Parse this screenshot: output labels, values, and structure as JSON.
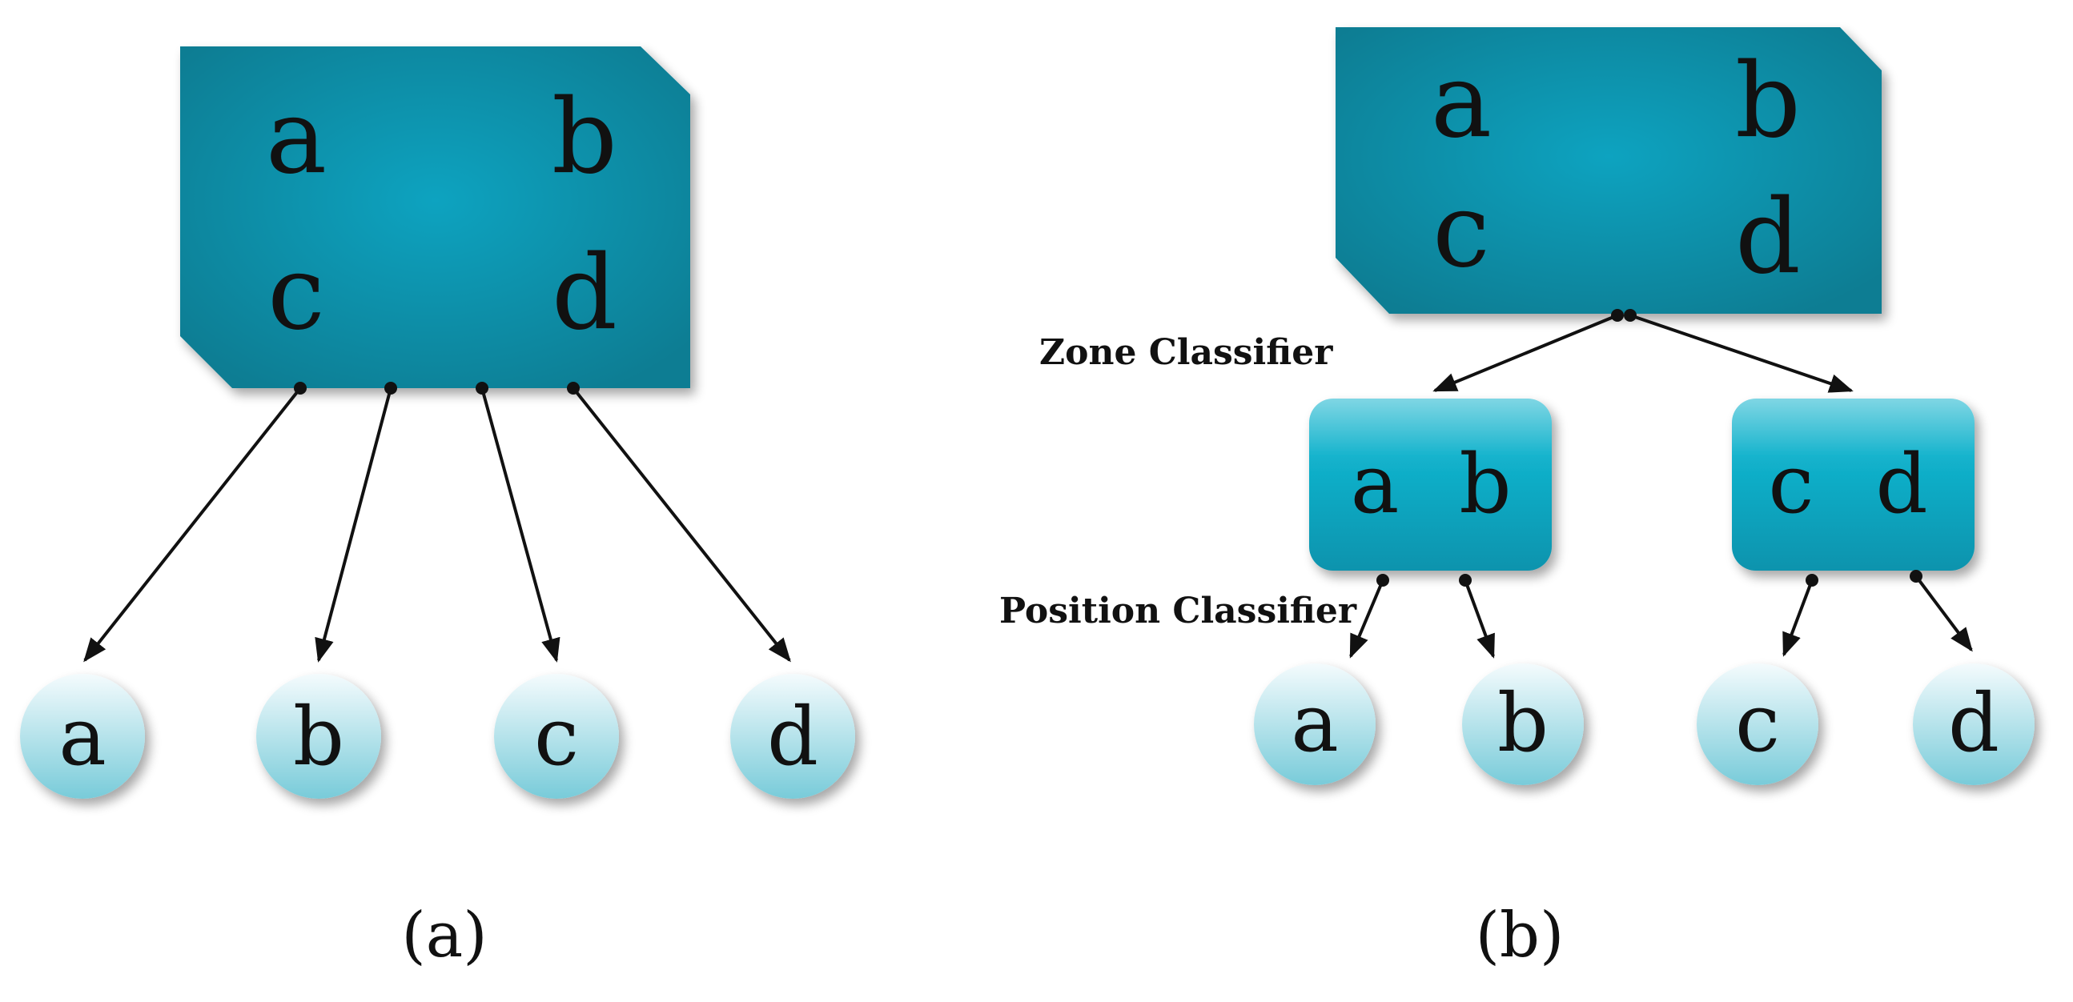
{
  "panel_a": {
    "root_box": {
      "labels": [
        "a",
        "b",
        "c",
        "d"
      ]
    },
    "leaves": [
      "a",
      "b",
      "c",
      "d"
    ],
    "caption": "(a)"
  },
  "panel_b": {
    "root_box": {
      "labels": [
        "a",
        "b",
        "c",
        "d"
      ]
    },
    "zone_label": "Zone Classifier",
    "zone_left": {
      "labels": [
        "a",
        "b"
      ]
    },
    "zone_right": {
      "labels": [
        "c",
        "d"
      ]
    },
    "position_label": "Position Classifier",
    "leaves": [
      "a",
      "b",
      "c",
      "d"
    ],
    "caption": "(b)"
  },
  "colors": {
    "box_dark": "#0e7d93",
    "box_light": "#0aa3c0",
    "mid_box_light": "#5ec9da",
    "mid_box_dark": "#0b9ab5",
    "leaf_light": "#eef8fb",
    "leaf_dark": "#7ecfdc",
    "ink": "#111111"
  }
}
